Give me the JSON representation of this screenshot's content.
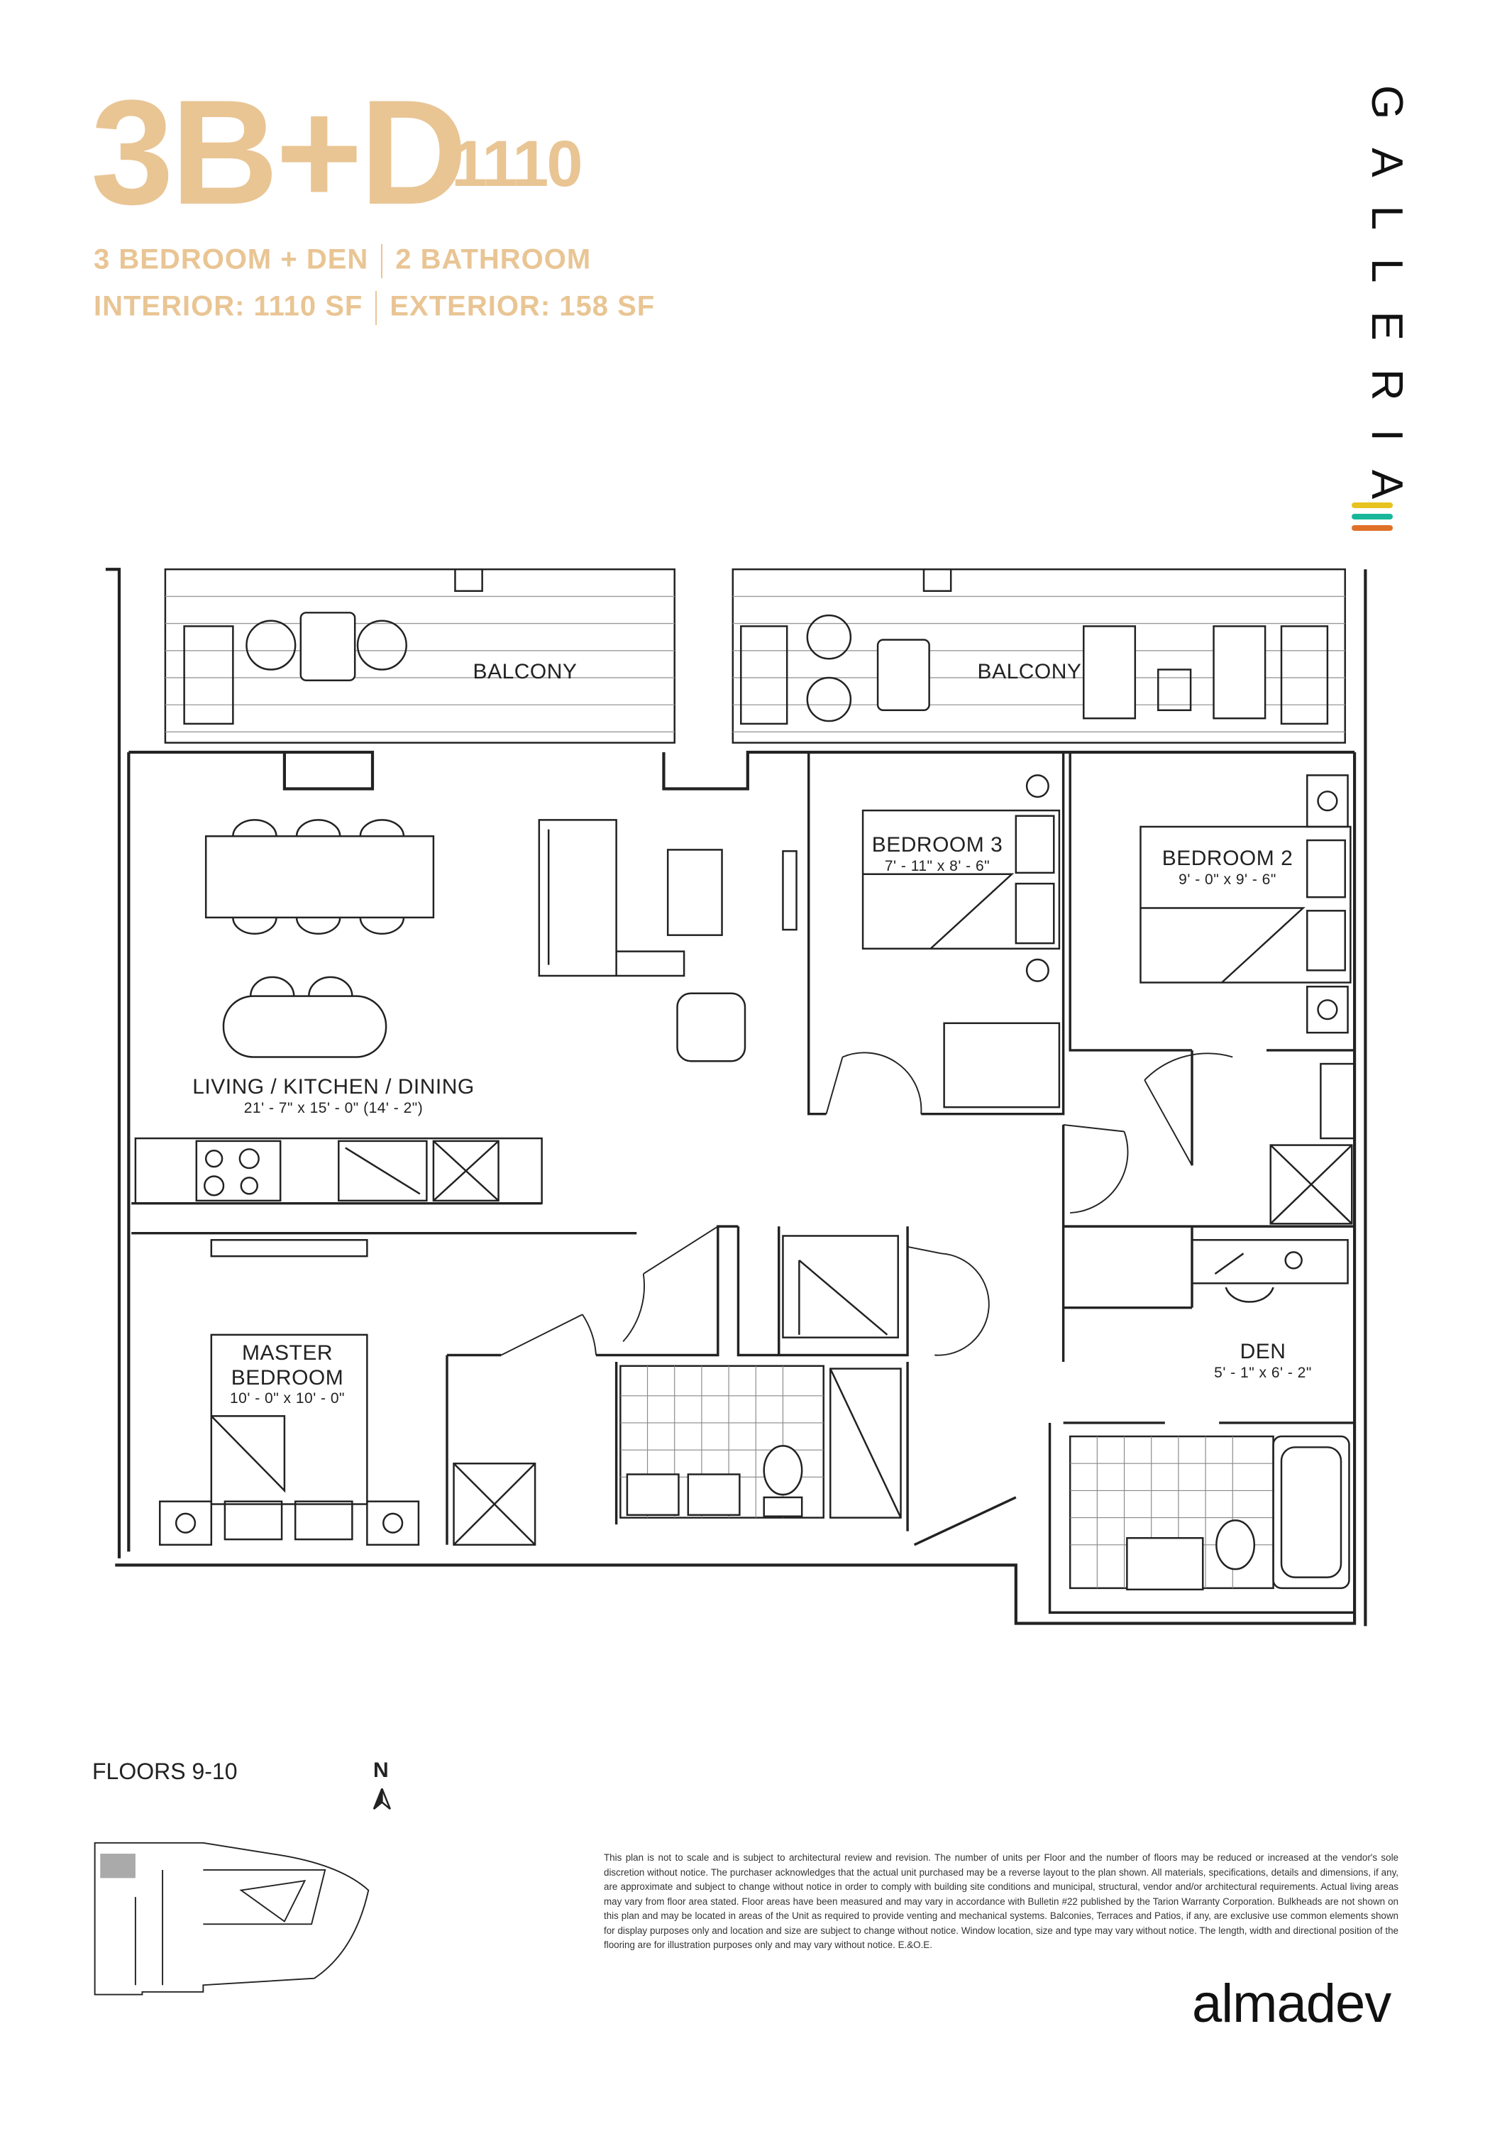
{
  "header": {
    "unit_type": "3B+D",
    "unit_number": "1110",
    "bedrooms": "3 BEDROOM + DEN",
    "bathrooms": "2 BATHROOM",
    "interior": "INTERIOR: 1110 SF",
    "exterior": "EXTERIOR: 158 SF"
  },
  "brand": {
    "name": "GALLERIA",
    "accent_colors": [
      "#e8c31f",
      "#19b79a",
      "#e07028"
    ],
    "title_color": "#e9c594"
  },
  "rooms": {
    "balcony_left": "BALCONY",
    "balcony_right": "BALCONY",
    "bedroom3": {
      "name": "BEDROOM 3",
      "dims": "7' - 11\" x 8' - 6\""
    },
    "bedroom2": {
      "name": "BEDROOM 2",
      "dims": "9' - 0\" x 9' - 6\""
    },
    "living": {
      "name": "LIVING / KITCHEN / DINING",
      "dims": "21' - 7\" x 15' - 0\" (14' - 2\")"
    },
    "master": {
      "name_line1": "MASTER",
      "name_line2": "BEDROOM",
      "dims": "10' - 0\" x 10' - 0\""
    },
    "den": {
      "name": "DEN",
      "dims": "5' - 1\" x 6' - 2\""
    }
  },
  "footer": {
    "floors": "FLOORS 9-10",
    "north": "N",
    "disclaimer": "This plan is not to scale and is subject to architectural review and revision. The number of units per Floor and the number of floors may be reduced or increased at the vendor's sole discretion without notice. The purchaser acknowledges that the actual unit purchased may be a reverse layout to the plan shown. All materials, specifications, details and dimensions, if any, are approximate and subject to change without notice in order to comply with building site conditions and municipal, structural, vendor and/or architectural requirements. Actual living areas may vary from floor area stated. Floor areas have been measured and may vary in accordance with Bulletin #22 published by the Tarion Warranty Corporation. Bulkheads are not shown on this plan and may be located in areas of the Unit as required to provide venting and mechanical systems. Balconies, Terraces and Patios, if any, are exclusive use common elements shown for display purposes only and location and size are subject to change without notice. Window location, size and type may vary without notice. The length, width and directional position of the flooring are for illustration purposes only and may vary without notice. E.&O.E.",
    "developer": "almadev"
  }
}
